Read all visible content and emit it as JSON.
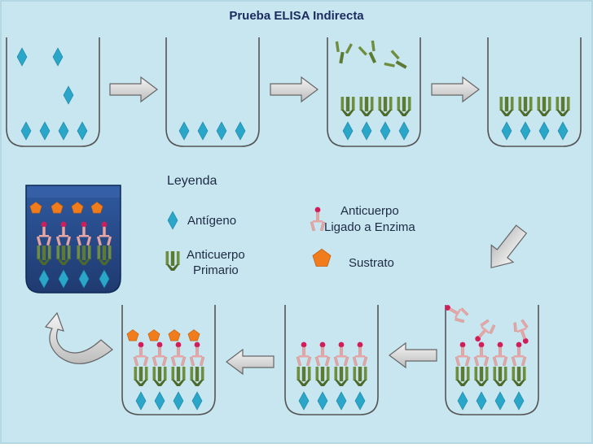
{
  "title": "Prueba ELISA Indirecta",
  "legend": {
    "title": "Leyenda",
    "antigen": "Antígeno",
    "primary_line1": "Anticuerpo",
    "primary_line2": "Primario",
    "enzyme_line1": "Anticuerpo",
    "enzyme_line2": "Ligado a Enzima",
    "substrate": "Sustrato"
  },
  "colors": {
    "background": "#c7e6f0",
    "antigen": "#2aa6c9",
    "primary_antibody": "#5c7a33",
    "enzyme_antibody": "#e6a4a4",
    "enzyme": "#d11e5b",
    "substrate": "#f07c1c",
    "result_well": "#284a8a",
    "arrow": "#d4d4d4"
  }
}
